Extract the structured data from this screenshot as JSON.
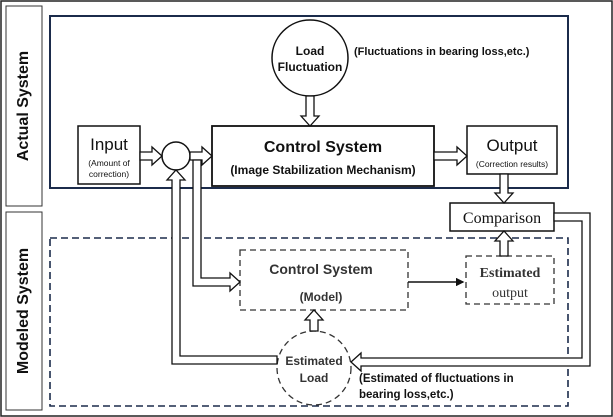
{
  "colors": {
    "navy": "#1b2b4b",
    "line": "#111111",
    "dashed_gray": "#555555",
    "background": "#ffffff"
  },
  "sections": {
    "actual": "Actual System",
    "modeled": "Modeled System"
  },
  "load": {
    "line1": "Load",
    "line2": "Fluctuation",
    "note": "(Fluctuations in bearing loss,etc.)"
  },
  "input": {
    "title": "Input",
    "sub1": "(Amount of",
    "sub2": "correction)"
  },
  "control": {
    "title": "Control System",
    "sub": "(Image Stabilization Mechanism)"
  },
  "output": {
    "title": "Output",
    "sub": "(Correction results)"
  },
  "comparison": "Comparison",
  "model": {
    "title": "Control System",
    "sub": "(Model)"
  },
  "estimated_output": {
    "line1": "Estimated",
    "line2": "output"
  },
  "estimated_load": {
    "line1": "Estimated",
    "line2": "Load",
    "note1": "(Estimated of fluctuations in",
    "note2": "bearing loss,etc.)"
  }
}
